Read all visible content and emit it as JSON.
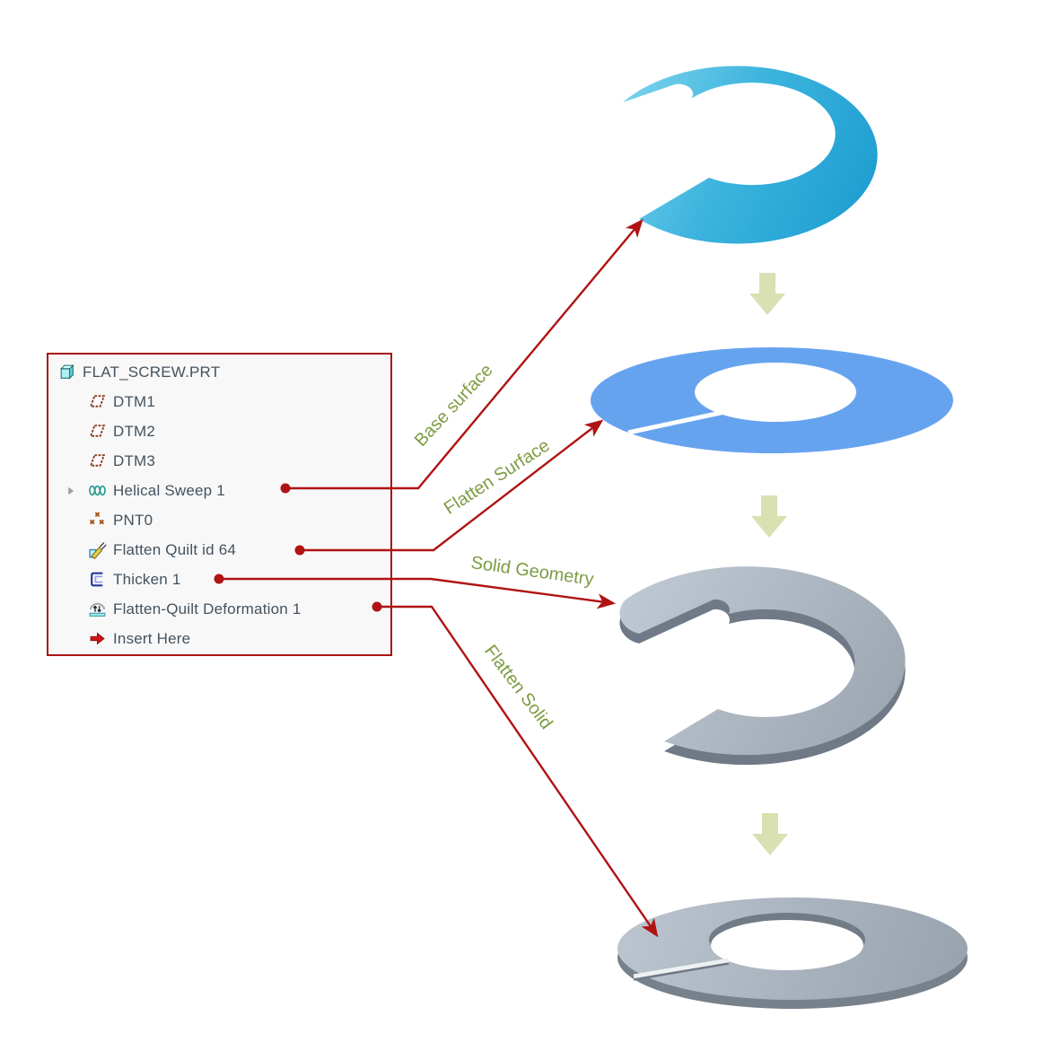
{
  "model_tree": {
    "root_label": "FLAT_SCREW.PRT",
    "items": [
      {
        "label": "DTM1",
        "icon": "datum-plane-icon"
      },
      {
        "label": "DTM2",
        "icon": "datum-plane-icon"
      },
      {
        "label": "DTM3",
        "icon": "datum-plane-icon"
      },
      {
        "label": "Helical Sweep 1",
        "icon": "helical-sweep-icon",
        "has_expander": true
      },
      {
        "label": "PNT0",
        "icon": "datum-point-icon"
      },
      {
        "label": "Flatten Quilt id 64",
        "icon": "flatten-quilt-icon"
      },
      {
        "label": "Thicken 1",
        "icon": "thicken-icon"
      },
      {
        "label": "Flatten-Quilt Deformation 1",
        "icon": "flatten-quilt-deformation-icon"
      },
      {
        "label": "Insert Here",
        "icon": "insert-here-icon"
      }
    ]
  },
  "annotations": [
    {
      "label": "Base surface",
      "target": "helical-surface-model"
    },
    {
      "label": "Flatten Surface",
      "target": "flattened-surface-model"
    },
    {
      "label": "Solid Geometry",
      "target": "solid-geometry-model"
    },
    {
      "label": "Flatten Solid",
      "target": "flattened-solid-model"
    }
  ],
  "stages": [
    {
      "name": "helical-surface-model",
      "appearance": "blue helical swept surface"
    },
    {
      "name": "flattened-surface-model",
      "appearance": "flat blue annulus with slit"
    },
    {
      "name": "solid-geometry-model",
      "appearance": "thick gray helical solid"
    },
    {
      "name": "flattened-solid-model",
      "appearance": "flat gray washer with slit"
    }
  ],
  "icons": {
    "flow": "down-arrow-icon",
    "connector_end": "arrowhead-icon",
    "connector_start": "dot-icon"
  },
  "colors": {
    "annotation_text": "#7e9c44",
    "connector_red": "#b01313",
    "panel_border": "#a91414",
    "panel_background": "#f8f8f8",
    "tree_text": "#44525e",
    "flow_arrow_green": "#d7e1b2",
    "helical_surface_blue": "#2fa9d8",
    "flat_surface_blue": "#66a3ef",
    "solid_gray": "#aab4bf"
  }
}
